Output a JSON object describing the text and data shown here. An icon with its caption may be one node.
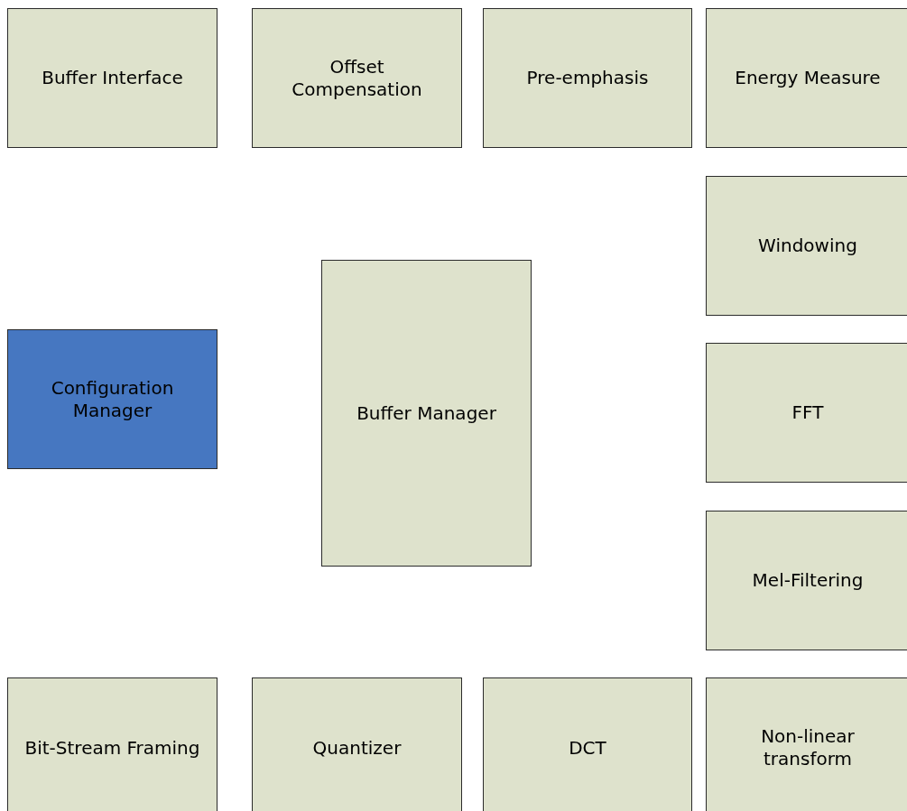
{
  "diagram": {
    "nodes": [
      {
        "text": [
          "Buffer Interface"
        ]
      },
      {
        "text": [
          "Offset Compensation"
        ]
      },
      {
        "text": [
          "Pre-emphasis"
        ]
      },
      {
        "text": [
          "Energy Measure"
        ]
      },
      {
        "text": [
          "Windowing"
        ]
      },
      {
        "text": [
          "Buffer Manager"
        ]
      },
      {
        "text": [
          "Configuration Manager"
        ]
      },
      {
        "text": [
          "FFT"
        ]
      },
      {
        "text": [
          "Mel-Filtering"
        ]
      },
      {
        "text": [
          "Bit-Stream Framing"
        ]
      },
      {
        "text": [
          "Quantizer"
        ]
      },
      {
        "text": [
          "DCT"
        ]
      },
      {
        "text": [
          "Non-linear transform"
        ]
      }
    ]
  }
}
